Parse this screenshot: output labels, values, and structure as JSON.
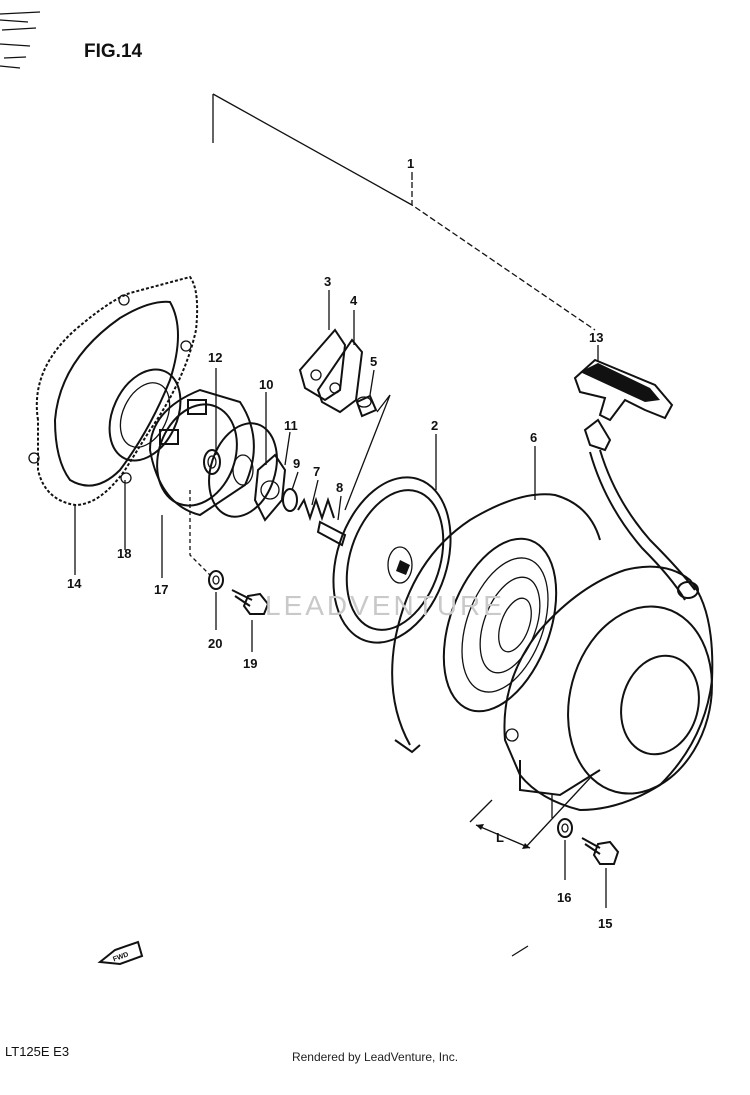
{
  "figure": {
    "title": "FIG.14",
    "model": "LT125E  E3",
    "watermark": "LEADVENTURE",
    "dimension_label": "L",
    "direction_label": "FWD"
  },
  "callouts": [
    "1",
    "2",
    "3",
    "4",
    "5",
    "6",
    "7",
    "8",
    "9",
    "10",
    "11",
    "12",
    "13",
    "14",
    "15",
    "16",
    "17",
    "18",
    "19",
    "20"
  ],
  "footer": {
    "text": "Rendered by LeadVenture, Inc."
  }
}
